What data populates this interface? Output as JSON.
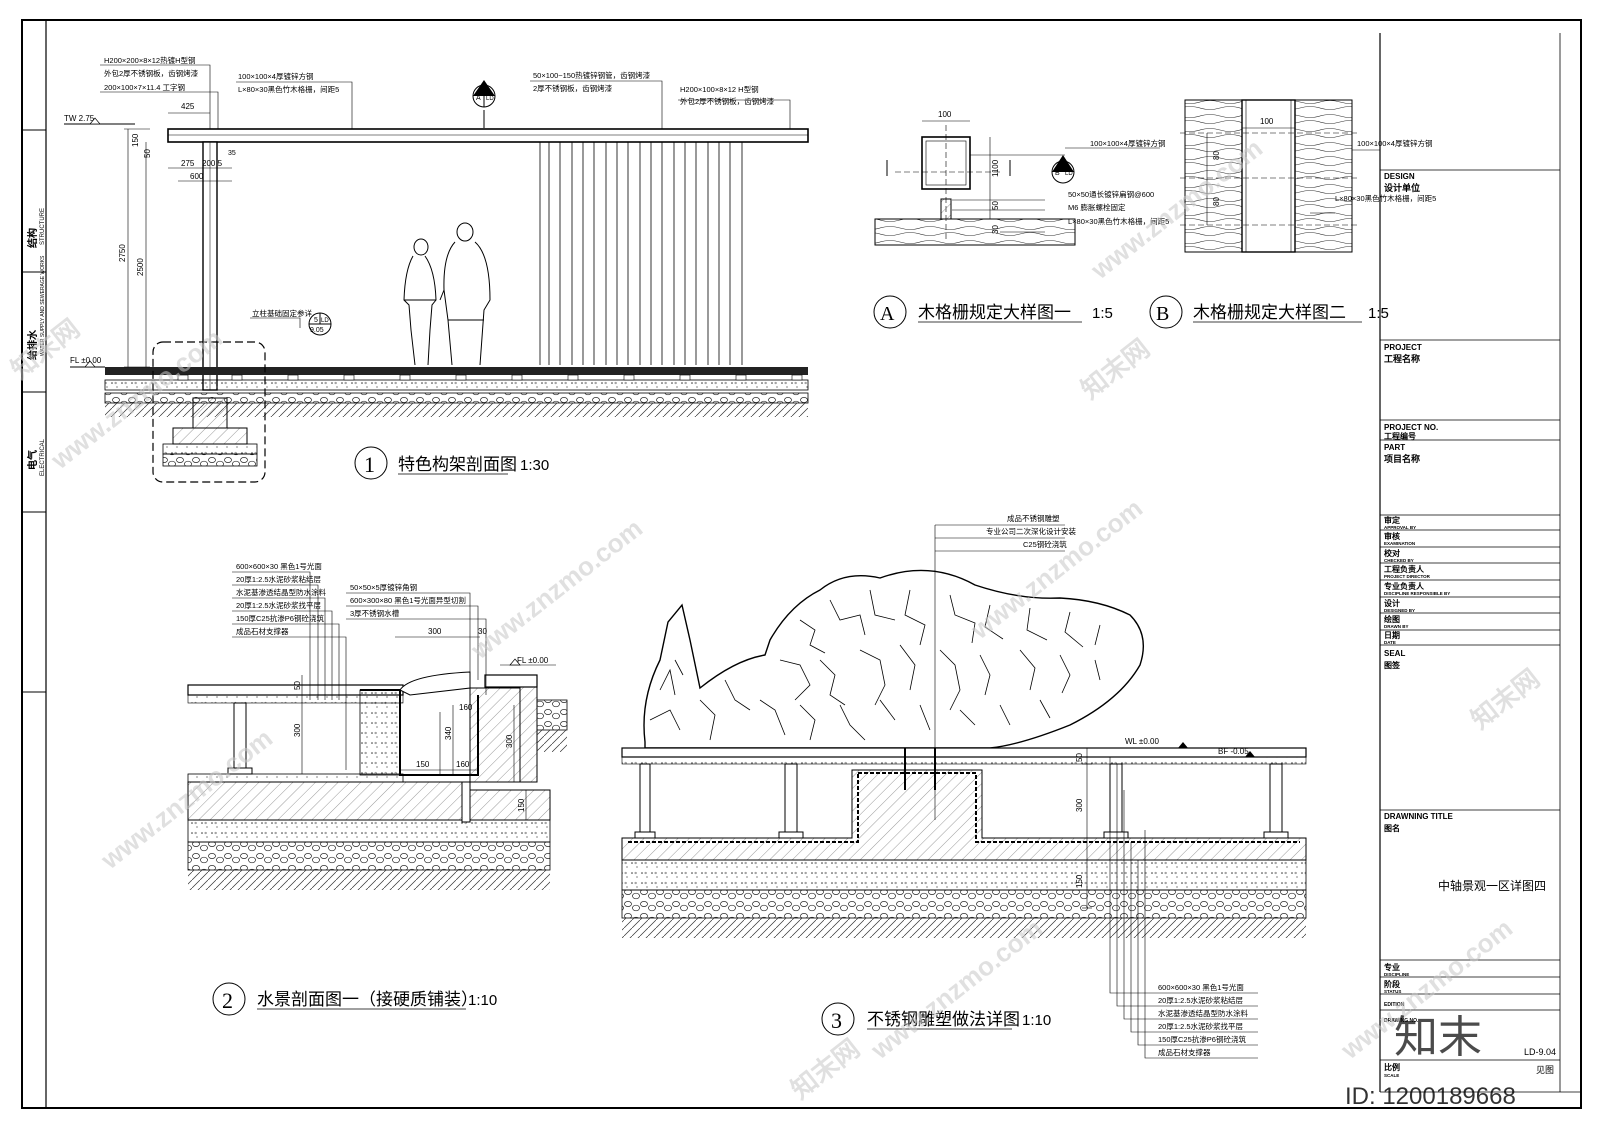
{
  "left_strip": {
    "structure_cn": "结构",
    "structure_en": "STRUCTURE",
    "water_cn": "给排水",
    "water_en": "WATER SUPPLY AND SEWERAGE WORKS",
    "electrical_cn": "电气",
    "electrical_en": "ELECTRICAL"
  },
  "detail1": {
    "num": "1",
    "title": "特色构架剖面图",
    "scale": "1:30",
    "annot": {
      "hbeam_1": "H200×200×8×12热镀H型钢",
      "hbeam_2": "外包2厚不锈钢板，齿钢烤漆",
      "ibeam": "200×100×7×11.4 工字钢",
      "tube": "100×100×4厚镀锌方钢",
      "bamboo": "L×80×30黑色竹木格栅，间距5",
      "rect_1": "50×100~150热镀锌钢管，齿钢烤漆",
      "rect_2": "2厚不锈钢板，齿钢烤漆",
      "hbeam2_1": "H200×100×8×12 H型钢",
      "hbeam2_2": "外包2厚不锈钢板，齿钢烤漆",
      "foundation": "立柱基础固定参详",
      "ref_num": "5",
      "ref_sheet": "9.05",
      "ref_ld": "LD"
    },
    "levels": {
      "tw": "TW 2.75",
      "fl": "FL ±0.00"
    },
    "dims": {
      "d425": "425",
      "d275": "275",
      "d600": "600",
      "d50": "50",
      "d2005": "200 5",
      "d150": "150",
      "d35": "35",
      "d2750": "2750",
      "d2500": "2500"
    },
    "callout": {
      "letter": "A",
      "tag": "LD"
    }
  },
  "detailA": {
    "letter": "A",
    "title": "木格栅规定大样图一",
    "scale": "1:5",
    "dims": {
      "d100": "100",
      "d1100": "1100",
      "d50": "50",
      "d30": "30"
    },
    "annot": {
      "tube": "100×100×4厚镀锌方钢",
      "bolt": "50×50通长镀锌扁钢@600",
      "m6": "M6 膨胀螺栓固定",
      "bamboo": "L×80×30黑色竹木格栅，间距5"
    },
    "callout": {
      "letter": "B",
      "tag": "LD"
    }
  },
  "detailB": {
    "letter": "B",
    "title": "木格栅规定大样图二",
    "scale": "1:5",
    "dims": {
      "d100": "100",
      "d80": "80",
      "d80b": "80"
    },
    "annot": {
      "tube": "100×100×4厚镀锌方钢",
      "bamboo": "L×80×30黑色竹木格栅，间距5"
    }
  },
  "detail2": {
    "num": "2",
    "title": "水景剖面图一（接硬质铺装）",
    "scale": "1:10",
    "layers": [
      "600×600×30 黑色1号光面",
      "20厚1:2.5水泥砂浆粘结层",
      "水泥基渗透结晶型防水涂料",
      "20厚1:2.5水泥砂浆找平层",
      "150厚C25抗渗P6钢砼浇筑",
      "成品石材支撑器"
    ],
    "annot": {
      "angle": "50×50×5厚镀锌角钢",
      "cap": "600×300×80 黑色1号光面异型切割",
      "trough": "3厚不锈钢水槽"
    },
    "level": "FL ±0.00",
    "dims": {
      "d300": "300",
      "d30": "30",
      "d50": "50",
      "d300v": "300",
      "d160": "160",
      "d340": "340",
      "d150": "150",
      "d160b": "160",
      "d300r": "300",
      "d150b": "150"
    }
  },
  "detail3": {
    "num": "3",
    "title": "不锈钢雕塑做法详图",
    "scale": "1:10",
    "top_annot": [
      "成品不锈钢雕塑",
      "专业公司二次深化设计安装",
      "C25钢砼浇筑"
    ],
    "wl": "WL ±0.00",
    "bf": "BF -0.05",
    "dims": {
      "d50": "50",
      "d300": "300",
      "d150": "150"
    },
    "layers": [
      "600×600×30 黑色1号光面",
      "20厚1:2.5水泥砂浆粘结层",
      "水泥基渗透结晶型防水涂料",
      "20厚1:2.5水泥砂浆找平层",
      "150厚C25抗渗P6钢砼浇筑",
      "成品石材支撑器"
    ]
  },
  "title_block": {
    "design_en": "DESIGN",
    "design_cn": "设计单位",
    "project_en": "PROJECT",
    "project_cn": "工程名称",
    "projno_en": "PROJECT NO.",
    "projno_cn": "工程编号",
    "part_en": "PART",
    "part_cn": "项目名称",
    "approval_cn": "审定",
    "approval_en": "APPROVAL BY",
    "exam_cn": "审核",
    "exam_en": "EXAMINATION",
    "check_cn": "校对",
    "check_en": "CHECKED BY",
    "pd_cn": "工程负责人",
    "pd_en": "PROJECT DIRECTOR",
    "dr_cn": "专业负责人",
    "dr_en": "DISCIPLINE RESPONSIBLE BY",
    "des_cn": "设计",
    "des_en": "DESIGNED BY",
    "drawn_cn": "绘图",
    "drawn_en": "DRAWN BY",
    "date_cn": "日期",
    "date_en": "DATE",
    "seal_en": "SEAL",
    "seal_cn": "图签",
    "dtitle_en": "DRAWNING TITLE",
    "dtitle_cn": "图名",
    "drawing_title": "中轴景观一区详图四",
    "disc_cn": "专业",
    "disc_en": "DISCIPLINE",
    "status_cn": "阶段",
    "status_en": "STATUS",
    "edition": "EDITION",
    "dno": "DRAWING NO.",
    "sheet_no": "LD-9.04",
    "scale_cn": "比例",
    "scale_en": "SCALE",
    "scale_val": "见图"
  },
  "watermark": {
    "site": "www.znzmo.com",
    "cn": "知末网",
    "brand": "知末",
    "id": "ID: 1200189668"
  }
}
